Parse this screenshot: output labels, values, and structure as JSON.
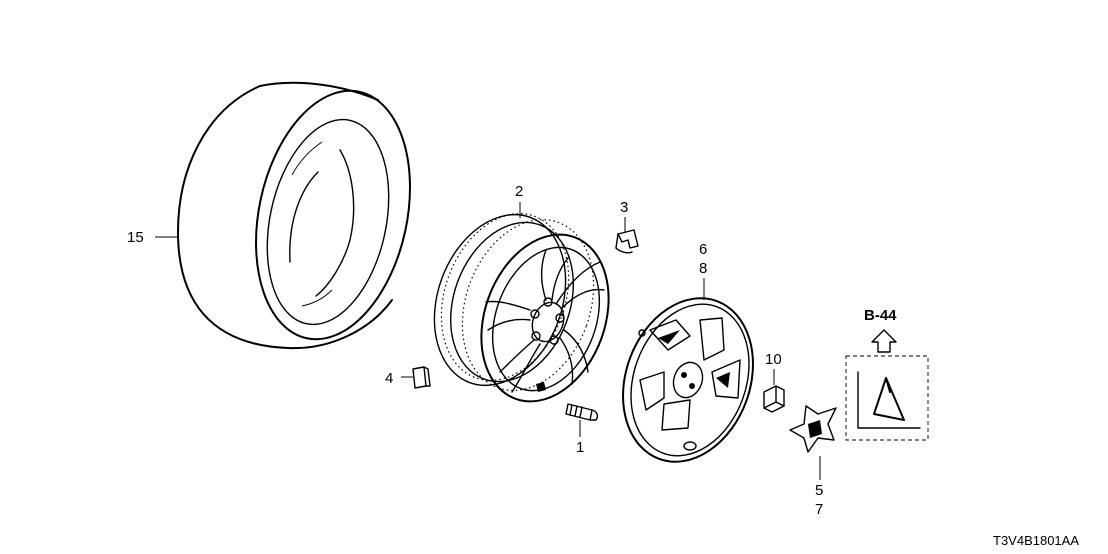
{
  "diagram": {
    "callouts": {
      "c1": "1",
      "c2": "2",
      "c3": "3",
      "c4": "4",
      "c5": "5",
      "c6": "6",
      "c7": "7",
      "c8": "8",
      "c10": "10",
      "c15": "15"
    },
    "reference": "B-44",
    "figure_code": "T3V4B1801AA"
  }
}
